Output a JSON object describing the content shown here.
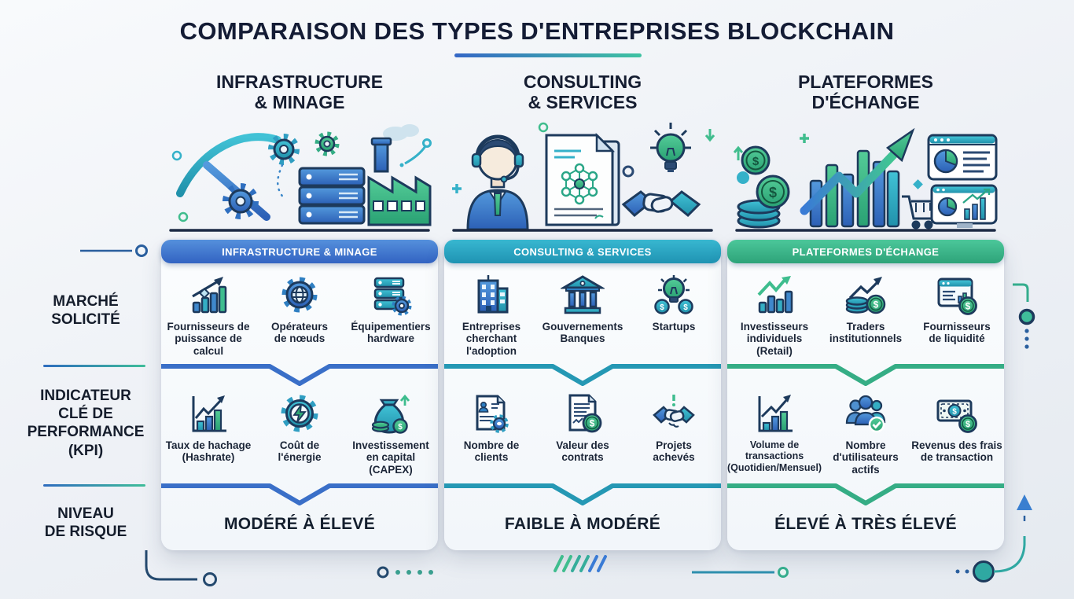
{
  "title": "COMPARAISON DES TYPES D'ENTREPRISES BLOCKCHAIN",
  "accent_colors": {
    "column1": "#3a6fc8",
    "column2": "#2598b4",
    "column3": "#35ad85",
    "underline_start": "#3467c6",
    "underline_end": "#3fc3a2"
  },
  "row_labels": [
    {
      "label": "MARCHÉ\nSOLICITÉ"
    },
    {
      "label": "INDICATEUR\nCLÉ DE\nPERFORMANCE\n(KPI)"
    },
    {
      "label": "NIVEAU\nDE RISQUE"
    }
  ],
  "columns": [
    {
      "heading": "INFRASTRUCTURE\n& MINAGE",
      "card_header": "INFRASTRUCTURE & MINAGE",
      "hero_icons": [
        "pickaxe",
        "gears",
        "server-rack",
        "factory"
      ],
      "market": [
        {
          "icon": "bar-chart-rising",
          "label": "Fournisseurs de\npuissance de calcul"
        },
        {
          "icon": "gear-globe",
          "label": "Opérateurs\nde nœuds"
        },
        {
          "icon": "server-gear",
          "label": "Équipementiers\nhardware"
        }
      ],
      "kpi": [
        {
          "icon": "axis-chart-rising",
          "label": "Taux de hachage\n(Hashrate)"
        },
        {
          "icon": "gear-lightning",
          "label": "Coût de\nl'énergie"
        },
        {
          "icon": "money-bag-coins",
          "label": "Investissement\nen capital (CAPEX)"
        }
      ],
      "risk": "MODÉRÉ À ÉLEVÉ"
    },
    {
      "heading": "CONSULTING\n& SERVICES",
      "card_header": "CONSULTING & SERVICES",
      "hero_icons": [
        "consultant-headset",
        "document-network",
        "lightbulb",
        "handshake"
      ],
      "market": [
        {
          "icon": "office-building",
          "label": "Entreprises\ncherchant l'adoption"
        },
        {
          "icon": "bank-building",
          "label": "Gouvernements\nBanques"
        },
        {
          "icon": "lightbulb-coins",
          "label": "Startups"
        }
      ],
      "kpi": [
        {
          "icon": "document-person-gear",
          "label": "Nombre de\nclients"
        },
        {
          "icon": "document-dollar",
          "label": "Valeur des\ncontrats"
        },
        {
          "icon": "handshake-exclamation",
          "label": "Projets\nachevés"
        }
      ],
      "risk": "FAIBLE À MODÉRÉ"
    },
    {
      "heading": "PLATEFORMES\nD'ÉCHANGE",
      "card_header": "PLATEFORMES D'ÉCHANGE",
      "hero_icons": [
        "dollar-coins",
        "rising-bar-chart-arrow",
        "shopping-cart",
        "analytics-dashboards"
      ],
      "market": [
        {
          "icon": "bar-chart-rising",
          "label": "Investisseurs\nindividuels (Retail)"
        },
        {
          "icon": "coins-trend-arrow",
          "label": "Traders\ninstitutionnels"
        },
        {
          "icon": "monitor-dollar",
          "label": "Fournisseurs\nde liquidité"
        }
      ],
      "kpi": [
        {
          "icon": "axis-chart-rising",
          "label": "Volume de\ntransactions\n(Quotidien/Mensuel)"
        },
        {
          "icon": "users-check",
          "label": "Nombre\nd'utilisateurs\nactifs"
        },
        {
          "icon": "banknote-coins",
          "label": "Revenus des frais\nde transaction"
        }
      ],
      "risk": "ÉLEVÉ À TRÈS ÉLEVÉ"
    }
  ]
}
